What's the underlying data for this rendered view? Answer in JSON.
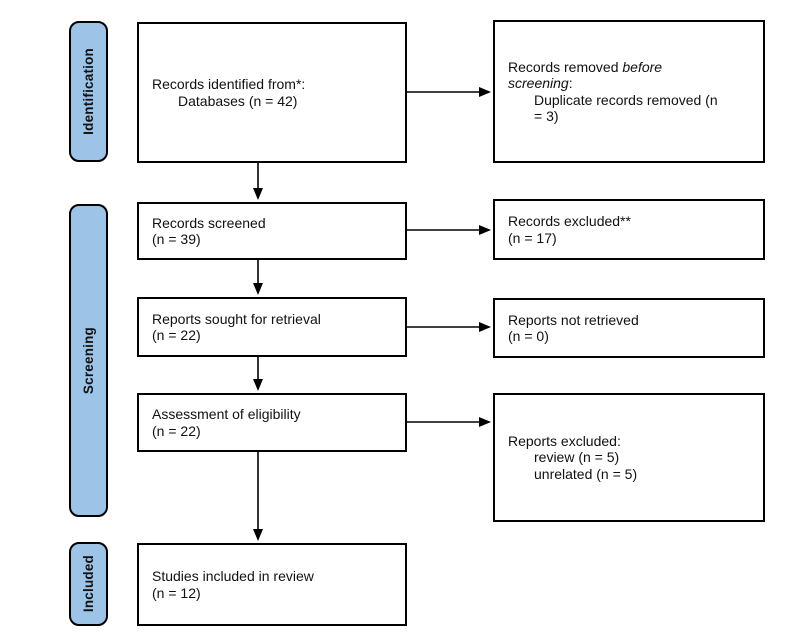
{
  "diagram_type": "PRISMA flow diagram",
  "stages": {
    "identification": "Identification",
    "screening": "Screening",
    "included": "Included"
  },
  "flow": {
    "identified": {
      "line1": "Records identified from*:",
      "line2": "Databases (n = 42)"
    },
    "removed_before": {
      "line1_prefix": "Records removed ",
      "line1_italic": "before",
      "line2_italic": "screening",
      "line2_suffix": ":",
      "line3": "Duplicate records removed (n",
      "line4": "= 3)"
    },
    "screened": {
      "line1": "Records screened",
      "line2": "(n = 39)"
    },
    "records_excluded": {
      "line1": "Records excluded**",
      "line2": "(n = 17)"
    },
    "sought": {
      "line1": "Reports sought for retrieval",
      "line2": "(n = 22)"
    },
    "not_retrieved": {
      "line1": "Reports not retrieved",
      "line2": "(n = 0)"
    },
    "eligibility": {
      "line1": "Assessment of eligibility",
      "line2": "(n = 22)"
    },
    "reports_excluded": {
      "line1": "Reports excluded:",
      "line2": "review (n = 5)",
      "line3": "unrelated (n = 5)"
    },
    "included_studies": {
      "line1": "Studies included in review",
      "line2": "(n = 12)"
    }
  },
  "colors": {
    "stage_fill": "#9DC3E6",
    "stage_border": "#000000",
    "box_border": "#000000",
    "arrow": "#000000",
    "background": "#FFFFFF"
  }
}
